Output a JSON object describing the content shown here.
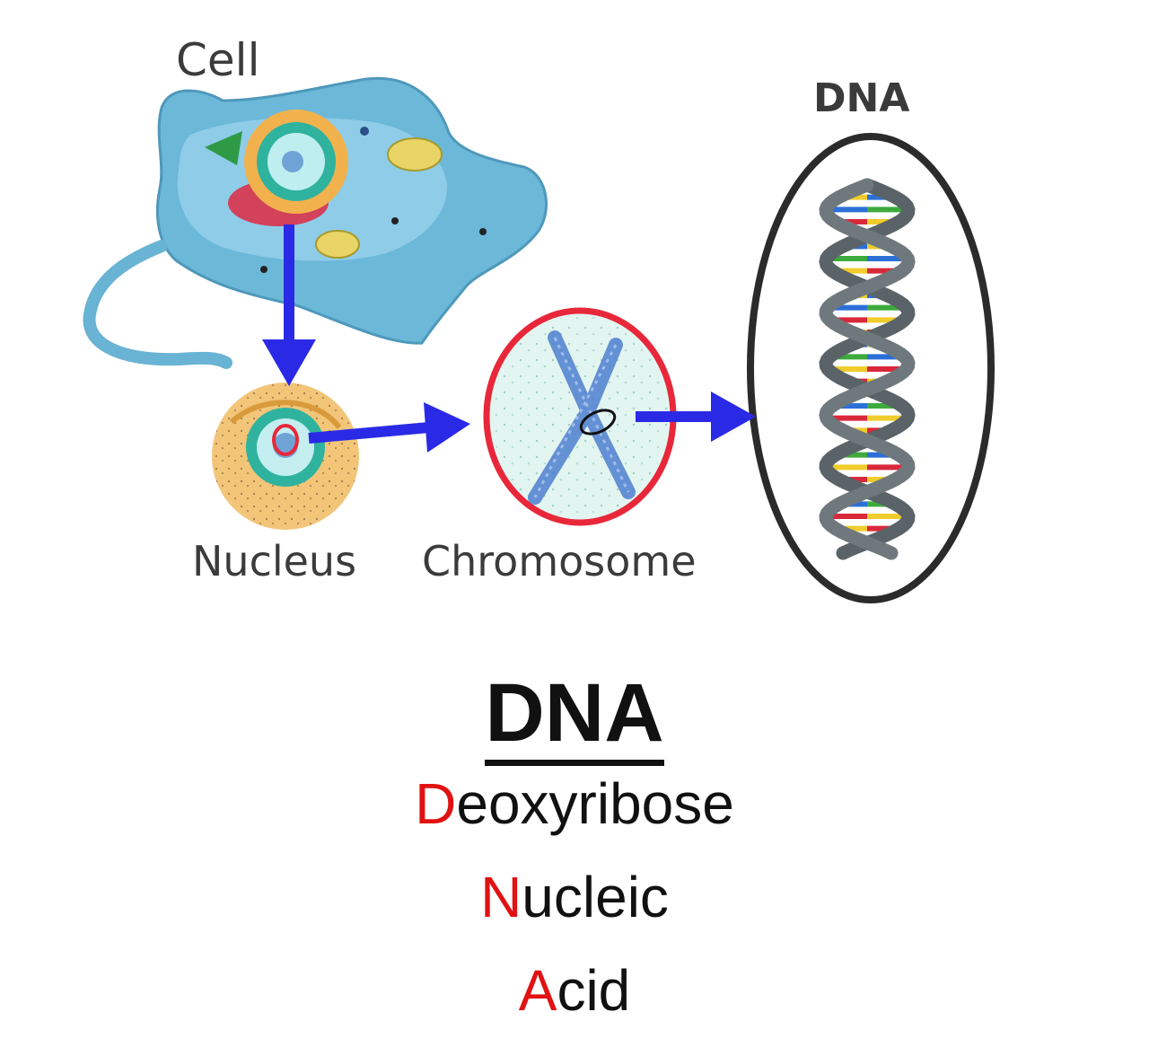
{
  "labels": {
    "cell": "Cell",
    "dna_top": "DNA",
    "nucleus": "Nucleus",
    "chromosome": "Chromosome"
  },
  "acronym": {
    "title": "DNA",
    "words": [
      {
        "initial": "D",
        "rest": "eoxyribose"
      },
      {
        "initial": "N",
        "rest": "ucleic"
      },
      {
        "initial": "A",
        "rest": "cid"
      }
    ]
  },
  "colors": {
    "arrow": "#2a2ae6",
    "highlight": "#e8283a",
    "acronym_initial": "#e11212",
    "cell_body": "#6bb8d9",
    "helix_backbone": "#5a6468"
  },
  "icons": [
    "cell-illustration",
    "nucleus-illustration",
    "chromosome-illustration",
    "dna-helix-illustration"
  ]
}
